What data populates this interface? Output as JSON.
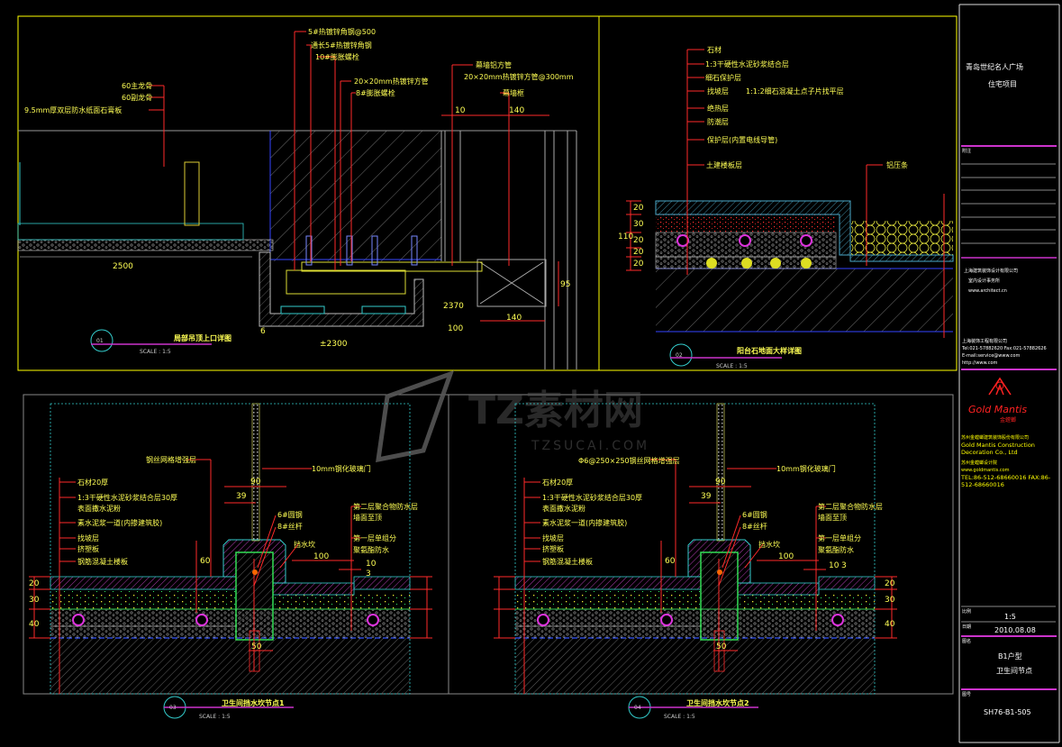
{
  "title_block": {
    "project_name": "青岛世纪名人广场",
    "project_sub": "住宅项目",
    "notes_label": "附注",
    "design_firm": "上海建筑装饰设计有限公司",
    "design_firm_sub": "室内设计事务所",
    "design_firm_web": "www.architect.cn",
    "contractor_name": "上海装饰工程有限公司",
    "contractor_tel": "Tel:021-57882620  Fax:021-57882626",
    "contractor_email": "E-mail:service@www.com",
    "contractor_web": "http://www.com",
    "logo_text": "Gold Mantis",
    "logo_cn": "金螳螂",
    "company_cn": "苏州金螳螂建筑装饰股份有限公司",
    "company_en": "Gold Mantis Construction Decoration Co., Ltd",
    "design_dept": "苏州金螳螂设计院",
    "company_web": "www.goldmantis.com",
    "company_tel": "TEL:86-512-68660016  FAX:86-512-68660016",
    "scale_label": "比例",
    "scale_value": "1:5",
    "date_label": "日期",
    "date_value": "2010.08.08",
    "drawing_name_label": "图名",
    "drawing_name_1": "B1户型",
    "drawing_name_2": "卫生间节点",
    "drawing_no_label": "图号",
    "drawing_no": "SH76-B1-505"
  },
  "watermark": {
    "main": "TZ素材网",
    "sub": "TZSUCAI.COM"
  },
  "drawing_01": {
    "number": "01",
    "caption": "局部吊顶上口详图",
    "scale": "SCALE :  1:5",
    "labels": [
      "60主龙骨",
      "60副龙骨",
      "9.5mm厚双层防水纸面石膏板",
      "5#热镀锌角钢@500",
      "通长5#热镀锌角钢",
      "10#膨胀螺栓",
      "20×20mm热镀锌方管",
      "8#膨胀螺栓",
      "幕墙铝方管",
      "20×20mm热镀锌方管@300mm",
      "幕墙框"
    ],
    "dims": {
      "width": "2500",
      "level": "±2300",
      "level2": "2370",
      "d6": "6",
      "d100": "100",
      "d140": "140",
      "d10": "10",
      "d140b": "140",
      "d95": "95"
    }
  },
  "drawing_02": {
    "number": "02",
    "caption": "阳台石地面大样详图",
    "scale": "SCALE :  1:5",
    "labels": [
      "石材",
      "1:3干硬性水泥砂浆结合层",
      "细石保护层",
      "找坡层",
      "1:1:2细石混凝土点子片找平层",
      "绝热层",
      "防潮层",
      "保护层(内置电线导管)",
      "土建楼板层",
      "铝压条"
    ],
    "dims": [
      "20",
      "30",
      "20",
      "20",
      "20",
      "110"
    ]
  },
  "drawing_03": {
    "number": "03",
    "caption": "卫生间挡水坎节点1",
    "scale": "SCALE :  1:5",
    "labels": [
      "钢丝网格增强层",
      "10mm钢化玻璃门",
      "石材20厚",
      "1:3干硬性水泥砂浆结合层30厚",
      "表面撒水泥粉",
      "素水泥浆一道(内掺建筑胶)",
      "找坡层",
      "挤塑板",
      "钢筋混凝土楼板",
      "6#圆钢",
      "8#丝杆",
      "挡水坎",
      "第二层聚合物防水层",
      "墙面至顶",
      "第一层单组分",
      "聚氨酯防水"
    ],
    "dims": [
      "39",
      "90",
      "60",
      "100",
      "10",
      "3",
      "50",
      "20",
      "30",
      "40"
    ]
  },
  "drawing_04": {
    "number": "04",
    "caption": "卫生间挡水坎节点2",
    "scale": "SCALE :  1:5",
    "labels": [
      "Φ6@250×250钢丝网格增强层",
      "10mm钢化玻璃门",
      "石材20厚",
      "1:3干硬性水泥砂浆结合层30厚",
      "表面撒水泥粉",
      "素水泥浆一道(内掺建筑胶)",
      "找坡层",
      "挤塑板",
      "钢筋混凝土楼板",
      "6#圆钢",
      "8#丝杆",
      "挡水坎",
      "第二层聚合物防水层",
      "墙面至顶",
      "第一层单组分",
      "聚氨酯防水"
    ],
    "dims": [
      "39",
      "90",
      "60",
      "100",
      "10",
      "3",
      "50",
      "20",
      "30",
      "40"
    ]
  },
  "colors": {
    "frame": "#ffff00",
    "leader": "#ff2a2a",
    "text": "#ffff55",
    "divider": "#cc33cc",
    "detail_border": "#33cccc"
  }
}
